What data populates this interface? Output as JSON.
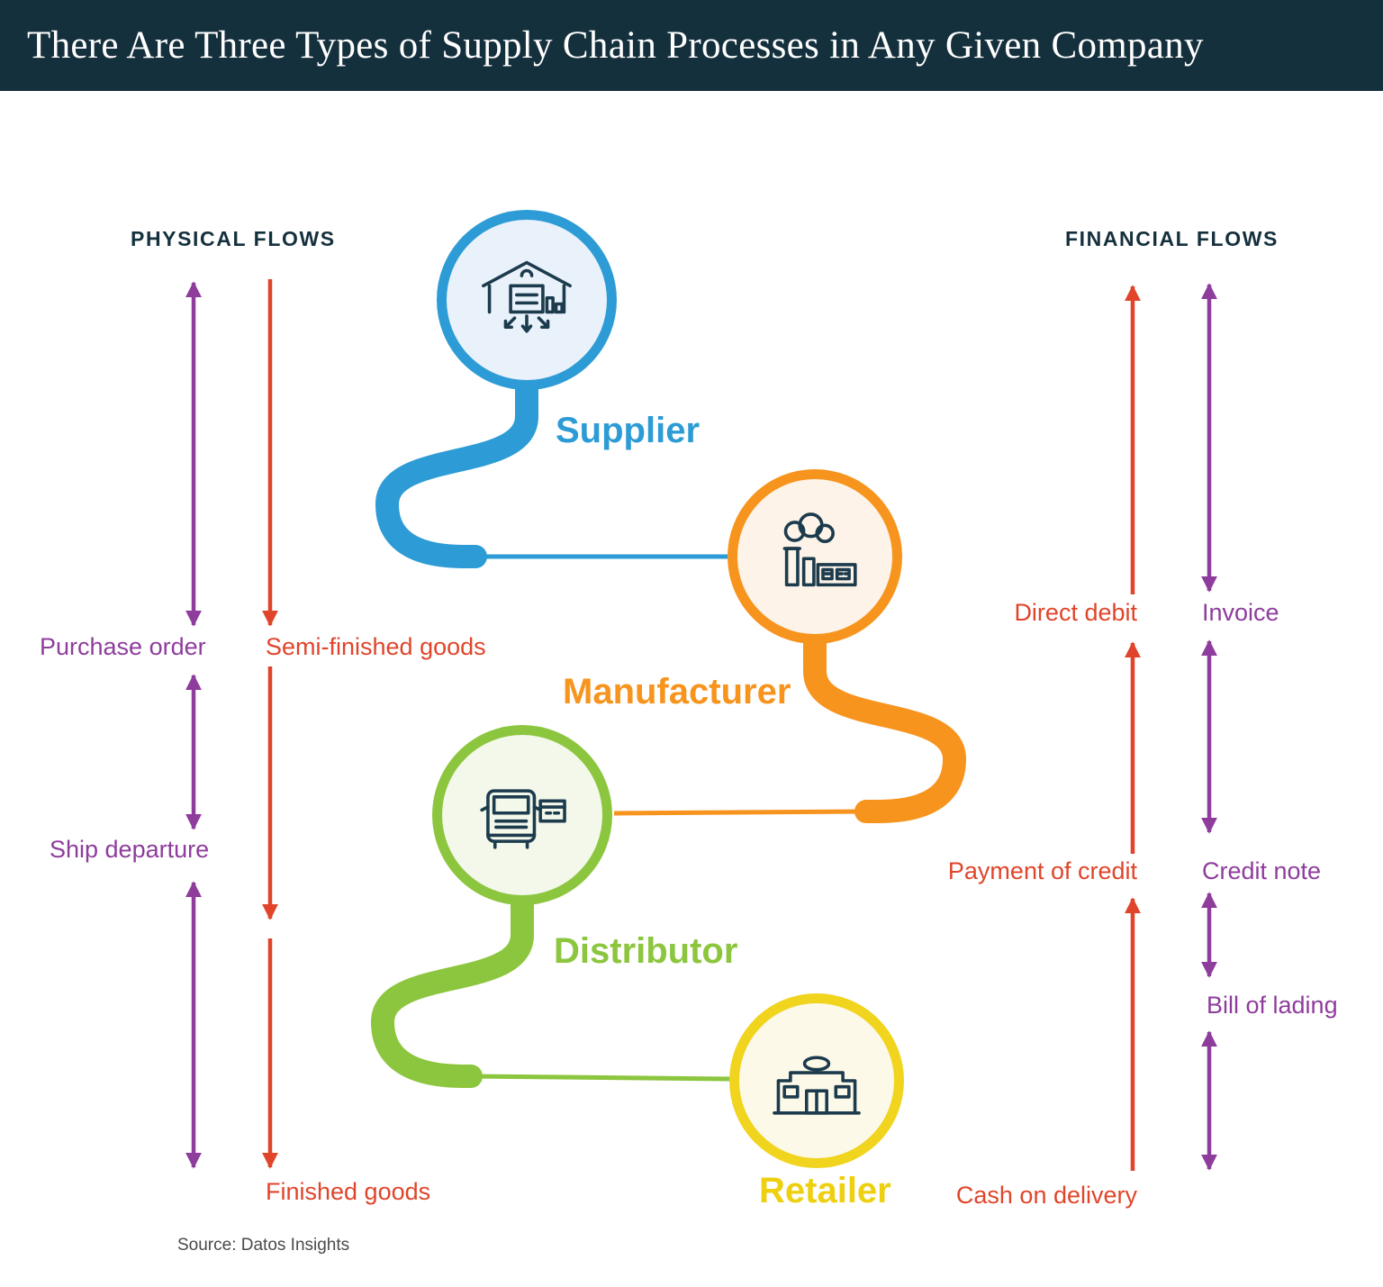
{
  "title": "There Are Three Types of Supply Chain Processes in Any Given Company",
  "sections": {
    "physical": "PHYSICAL FLOWS",
    "financial": "FINANCIAL FLOWS"
  },
  "nodes": [
    {
      "label": "Supplier",
      "icon": "warehouse-icon",
      "color": "#2d9bd5"
    },
    {
      "label": "Manufacturer",
      "icon": "factory-icon",
      "color": "#f7941e"
    },
    {
      "label": "Distributor",
      "icon": "truck-icon",
      "color": "#8cc63f"
    },
    {
      "label": "Retailer",
      "icon": "store-icon",
      "color": "#f0d41e"
    }
  ],
  "physical_flows": [
    {
      "label": "Purchase order",
      "color": "#8e3d9c",
      "direction": "both"
    },
    {
      "label": "Semi-finished goods",
      "color": "#e0452b",
      "direction": "down"
    },
    {
      "label": "Ship departure",
      "color": "#8e3d9c",
      "direction": "both"
    },
    {
      "label": "Finished goods",
      "color": "#e0452b",
      "direction": "down"
    }
  ],
  "financial_flows": [
    {
      "label": "Direct debit",
      "color": "#e0452b",
      "direction": "up"
    },
    {
      "label": "Invoice",
      "color": "#8e3d9c",
      "direction": "both"
    },
    {
      "label": "Payment of credit",
      "color": "#e0452b",
      "direction": "up"
    },
    {
      "label": "Credit note",
      "color": "#8e3d9c",
      "direction": "both"
    },
    {
      "label": "Bill of lading",
      "color": "#8e3d9c",
      "direction": "both"
    },
    {
      "label": "Cash on delivery",
      "color": "#e0452b",
      "direction": "up"
    }
  ],
  "source": "Source: Datos Insights",
  "colors": {
    "header_bg": "#15303d",
    "heading_text": "#15303d",
    "purple": "#8e3d9c",
    "red": "#e0452b",
    "blue": "#2d9bd5",
    "orange": "#f7941e",
    "green": "#8cc63f",
    "yellow": "#f0d41e",
    "icon_stroke": "#1c3b4d"
  }
}
